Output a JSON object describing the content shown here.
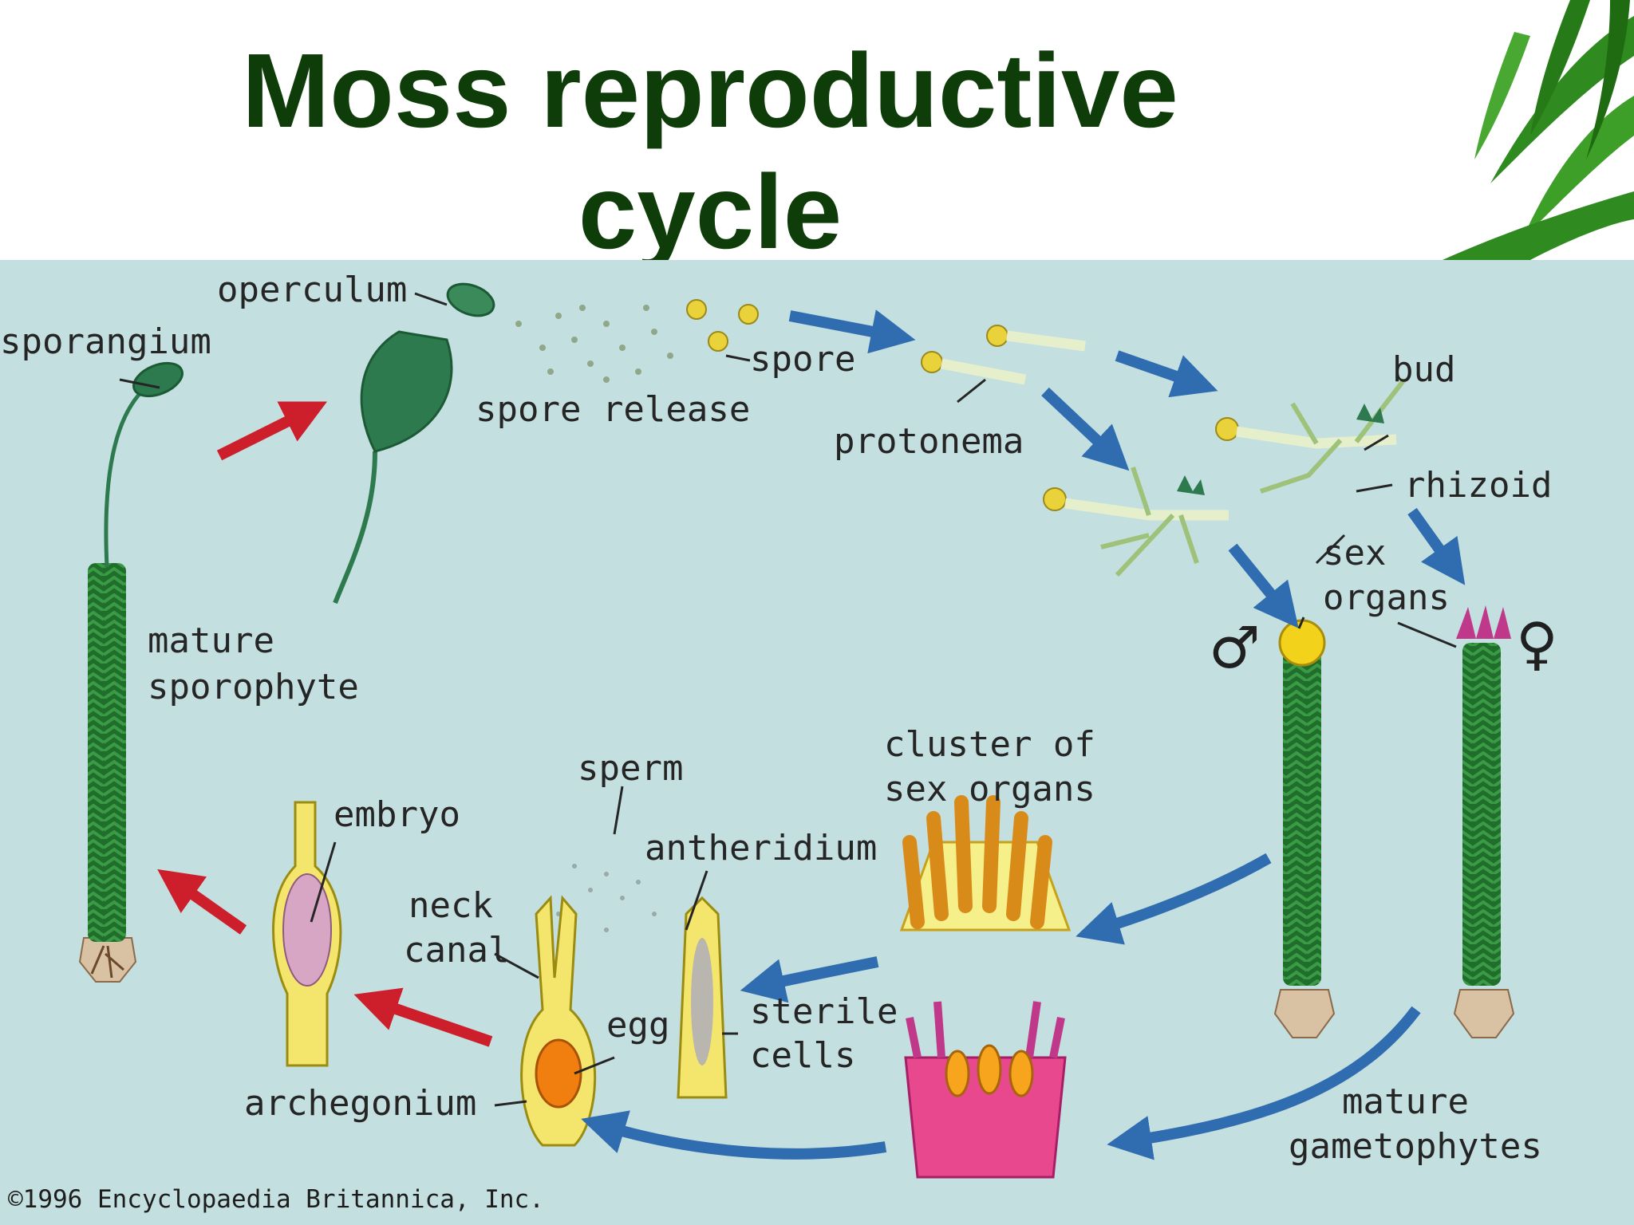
{
  "slide": {
    "title_line1": "Moss reproductive",
    "title_line2": "cycle"
  },
  "diagram": {
    "labels": {
      "operculum": "operculum",
      "sporangium": "sporangium",
      "spore": "spore",
      "spore_release": "spore release",
      "protonema": "protonema",
      "bud": "bud",
      "rhizoid": "rhizoid",
      "sex_organs_1": "sex",
      "sex_organs_2": "organs",
      "mature_sporophyte_1": "mature",
      "mature_sporophyte_2": "sporophyte",
      "cluster_1": "cluster of",
      "cluster_2": "sex organs",
      "sperm": "sperm",
      "embryo": "embryo",
      "antheridium": "antheridium",
      "neck_canal_1": "neck",
      "neck_canal_2": "canal",
      "sterile_cells_1": "sterile",
      "sterile_cells_2": "cells",
      "egg": "egg",
      "archegonium": "archegonium",
      "mature_gametophytes_1": "mature",
      "mature_gametophytes_2": "gametophytes"
    },
    "symbols": {
      "male": "♂",
      "female": "♀"
    },
    "colors": {
      "panel_background": "#c4dfe0",
      "title": "#0f3d0a",
      "blue_arrow": "#2f6db0",
      "red_arrow": "#cc1f2b",
      "moss_green": "#1f6e2b",
      "capsule_green": "#2c7a4d",
      "spore_yellow": "#e9d23a"
    },
    "copyright": "©1996 Encyclopaedia Britannica, Inc."
  }
}
